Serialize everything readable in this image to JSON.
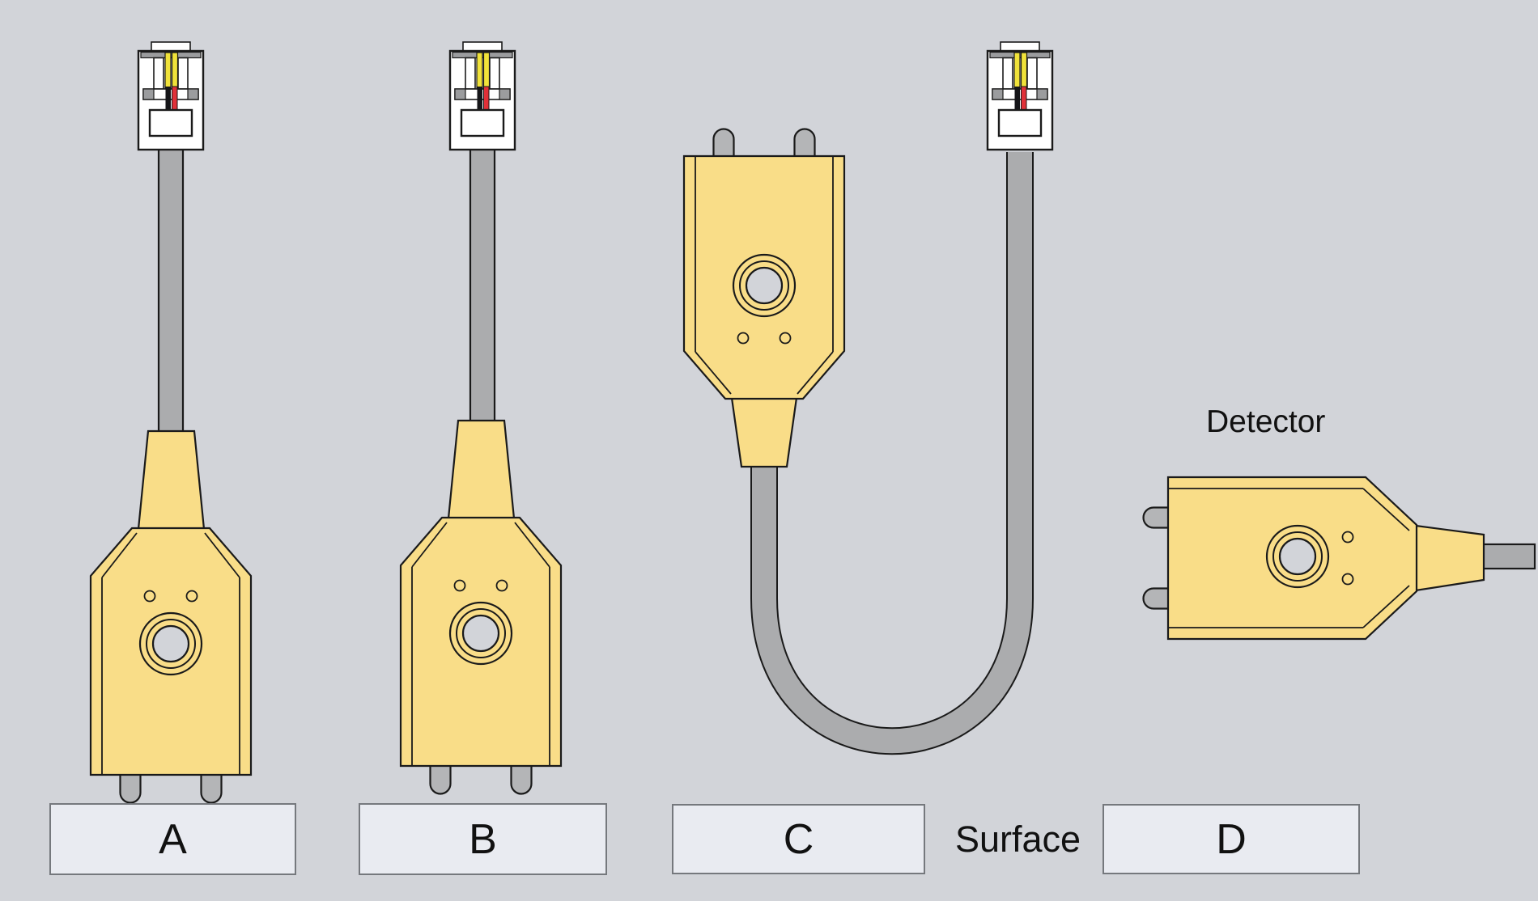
{
  "annotations": {
    "detector": "Detector",
    "surface": "Surface"
  },
  "options": [
    {
      "id": "a",
      "label": "A",
      "depiction": "detector vertical, plug up, prongs down touching surface"
    },
    {
      "id": "b",
      "label": "B",
      "depiction": "detector vertical, plug up, prongs down just above surface"
    },
    {
      "id": "c",
      "label": "C",
      "depiction": "detector inverted, prongs up, cable loops down then up to plug"
    },
    {
      "id": "d",
      "label": "D",
      "depiction": "detector horizontal, prongs pointing left, cable to the right"
    }
  ],
  "icons": [
    "rj11-plug-icon",
    "detector-body",
    "strain-relief",
    "cable",
    "test-prong",
    "indicator-hole",
    "indicator-dot"
  ],
  "theme": {
    "colors": {
      "bg": "#D2D4D9",
      "device_yellow": "#F9DD88",
      "cable_gray": "#ABACAE",
      "prong_gray": "#B4B5B7",
      "outline": "#1A1A1A",
      "box_fill": "#E9EBF1",
      "box_border": "#75787D",
      "text": "#111111",
      "plug_white": "#FFFFFF",
      "plug_gray": "#9B9C9E",
      "wire_yellow": "#F0E23A",
      "wire_red": "#E03038",
      "wire_black": "#151518"
    }
  }
}
